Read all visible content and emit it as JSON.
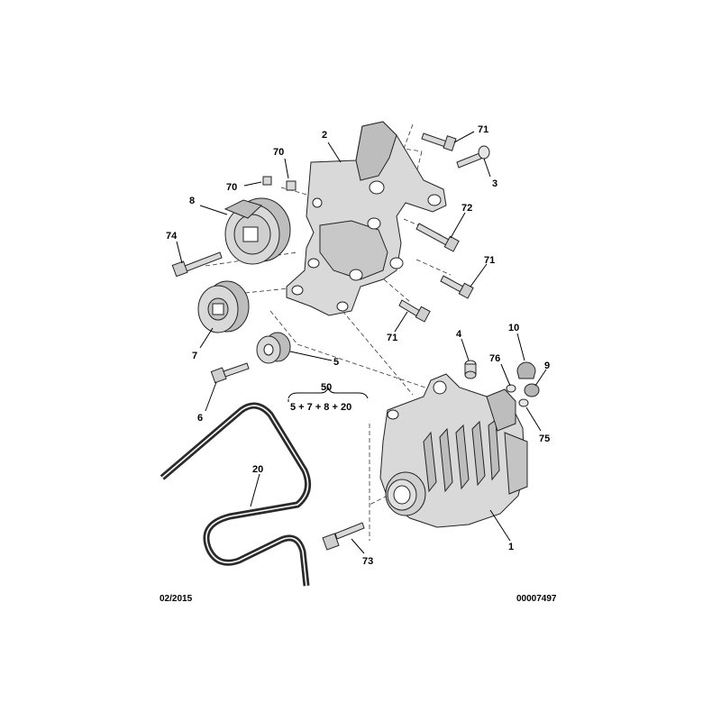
{
  "callouts": {
    "c71a": "71",
    "c3": "3",
    "c2": "2",
    "c70a": "70",
    "c70b": "70",
    "c8": "8",
    "c72": "72",
    "c74": "74",
    "c71b": "71",
    "c7": "7",
    "c71c": "71",
    "c4": "4",
    "c10": "10",
    "c76": "76",
    "c9": "9",
    "c5": "5",
    "c6": "6",
    "c75": "75",
    "c20": "20",
    "c1": "1",
    "c73": "73"
  },
  "kit": {
    "number": "50",
    "formula": "5 + 7 + 8 + 20"
  },
  "footer": {
    "date": "02/2015",
    "reference": "00007497"
  },
  "colors": {
    "part_fill": "#d9d9d9",
    "part_dark": "#b5b5b5",
    "belt": "#2b2b2b",
    "text": "#000000"
  }
}
